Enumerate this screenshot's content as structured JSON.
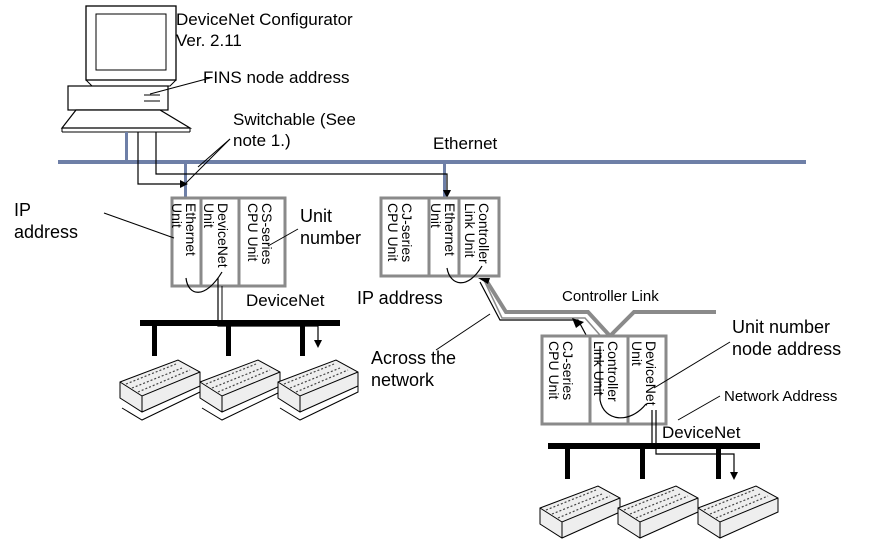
{
  "configurator": {
    "title_line1": "DeviceNet Configurator",
    "title_line2": "Ver. 2.11"
  },
  "labels": {
    "fins_node_address": "FINS node address",
    "switchable_line1": "Switchable (See",
    "switchable_line2": "note 1.)",
    "ethernet": "Ethernet",
    "ip_address_line1": "IP",
    "ip_address_line2": "address",
    "unit_number_line1": "Unit",
    "unit_number_line2": "number",
    "devicenet_left": "DeviceNet",
    "ip_address_center": "IP address",
    "controller_link": "Controller Link",
    "across_line1": "Across the",
    "across_line2": "network",
    "unit_node_line1": "Unit number",
    "unit_node_line2": "node address",
    "network_address": "Network Address",
    "devicenet_right": "DeviceNet"
  },
  "plc_left": {
    "slot1_line1": "Ethernet",
    "slot1_line2": "Unit",
    "slot2_line1": "DeviceNet",
    "slot2_line2": "Unit",
    "slot3_line1": "CS-series",
    "slot3_line2": "CPU Unit"
  },
  "plc_center": {
    "slot1_line1": "CJ-series",
    "slot1_line2": "CPU Unit",
    "slot2_line1": "Ethernet",
    "slot2_line2": "Unit",
    "slot3_line1": "Controller",
    "slot3_line2": "Link Unit"
  },
  "plc_right": {
    "slot1_line1": "CJ-series",
    "slot1_line2": "CPU Unit",
    "slot2_line1": "Controller",
    "slot2_line2": "Link Unit",
    "slot3_line1": "DeviceNet",
    "slot3_line2": "Unit"
  },
  "colors": {
    "ethernet_bus": "#6e7fa7",
    "unit_outline": "#8a8a8a"
  }
}
